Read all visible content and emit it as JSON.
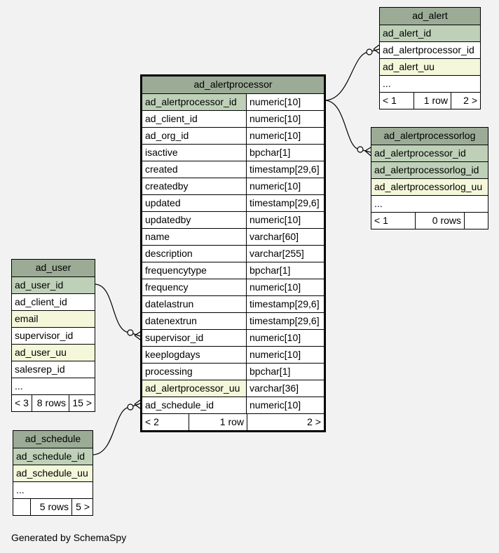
{
  "tables": {
    "ad_alertprocessor": {
      "name": "ad_alertprocessor",
      "columns": [
        {
          "name": "ad_alertprocessor_id",
          "type": "numeric[10]",
          "kind": "pk"
        },
        {
          "name": "ad_client_id",
          "type": "numeric[10]",
          "kind": "plain"
        },
        {
          "name": "ad_org_id",
          "type": "numeric[10]",
          "kind": "plain"
        },
        {
          "name": "isactive",
          "type": "bpchar[1]",
          "kind": "plain"
        },
        {
          "name": "created",
          "type": "timestamp[29,6]",
          "kind": "plain"
        },
        {
          "name": "createdby",
          "type": "numeric[10]",
          "kind": "plain"
        },
        {
          "name": "updated",
          "type": "timestamp[29,6]",
          "kind": "plain"
        },
        {
          "name": "updatedby",
          "type": "numeric[10]",
          "kind": "plain"
        },
        {
          "name": "name",
          "type": "varchar[60]",
          "kind": "plain"
        },
        {
          "name": "description",
          "type": "varchar[255]",
          "kind": "plain"
        },
        {
          "name": "frequencytype",
          "type": "bpchar[1]",
          "kind": "plain"
        },
        {
          "name": "frequency",
          "type": "numeric[10]",
          "kind": "plain"
        },
        {
          "name": "datelastrun",
          "type": "timestamp[29,6]",
          "kind": "plain"
        },
        {
          "name": "datenextrun",
          "type": "timestamp[29,6]",
          "kind": "plain"
        },
        {
          "name": "supervisor_id",
          "type": "numeric[10]",
          "kind": "plain"
        },
        {
          "name": "keeplogdays",
          "type": "numeric[10]",
          "kind": "plain"
        },
        {
          "name": "processing",
          "type": "bpchar[1]",
          "kind": "plain"
        },
        {
          "name": "ad_alertprocessor_uu",
          "type": "varchar[36]",
          "kind": "uq"
        },
        {
          "name": "ad_schedule_id",
          "type": "numeric[10]",
          "kind": "plain"
        }
      ],
      "footer": {
        "left": "< 2",
        "mid": "1 row",
        "right": "2 >"
      }
    },
    "ad_alert": {
      "name": "ad_alert",
      "columns": [
        {
          "name": "ad_alert_id",
          "kind": "pk"
        },
        {
          "name": "ad_alertprocessor_id",
          "kind": "plain"
        },
        {
          "name": "ad_alert_uu",
          "kind": "uq"
        },
        {
          "name": "...",
          "kind": "plain"
        }
      ],
      "footer": {
        "left": "< 1",
        "mid": "1 row",
        "right": "2 >"
      }
    },
    "ad_alertprocessorlog": {
      "name": "ad_alertprocessorlog",
      "columns": [
        {
          "name": "ad_alertprocessor_id",
          "kind": "pk"
        },
        {
          "name": "ad_alertprocessorlog_id",
          "kind": "pk"
        },
        {
          "name": "ad_alertprocessorlog_uu",
          "kind": "uq"
        },
        {
          "name": "...",
          "kind": "plain"
        }
      ],
      "footer": {
        "left": "< 1",
        "mid": "0 rows",
        "right": ""
      }
    },
    "ad_user": {
      "name": "ad_user",
      "columns": [
        {
          "name": "ad_user_id",
          "kind": "pk"
        },
        {
          "name": "ad_client_id",
          "kind": "plain"
        },
        {
          "name": "email",
          "kind": "uq"
        },
        {
          "name": "supervisor_id",
          "kind": "plain"
        },
        {
          "name": "ad_user_uu",
          "kind": "uq"
        },
        {
          "name": "salesrep_id",
          "kind": "plain"
        },
        {
          "name": "...",
          "kind": "plain"
        }
      ],
      "footer": {
        "left": "< 3",
        "mid": "8 rows",
        "right": "15 >"
      }
    },
    "ad_schedule": {
      "name": "ad_schedule",
      "columns": [
        {
          "name": "ad_schedule_id",
          "kind": "pk"
        },
        {
          "name": "ad_schedule_uu",
          "kind": "uq"
        },
        {
          "name": "...",
          "kind": "plain"
        }
      ],
      "footer": {
        "left": "",
        "mid": "5 rows",
        "right": "5 >"
      }
    }
  },
  "footer_text": "Generated by SchemaSpy",
  "colors": {
    "header": "#9bab96",
    "primary_key": "#bed1b8",
    "unique": "#f4f7da",
    "background": "#f2f2f2"
  }
}
